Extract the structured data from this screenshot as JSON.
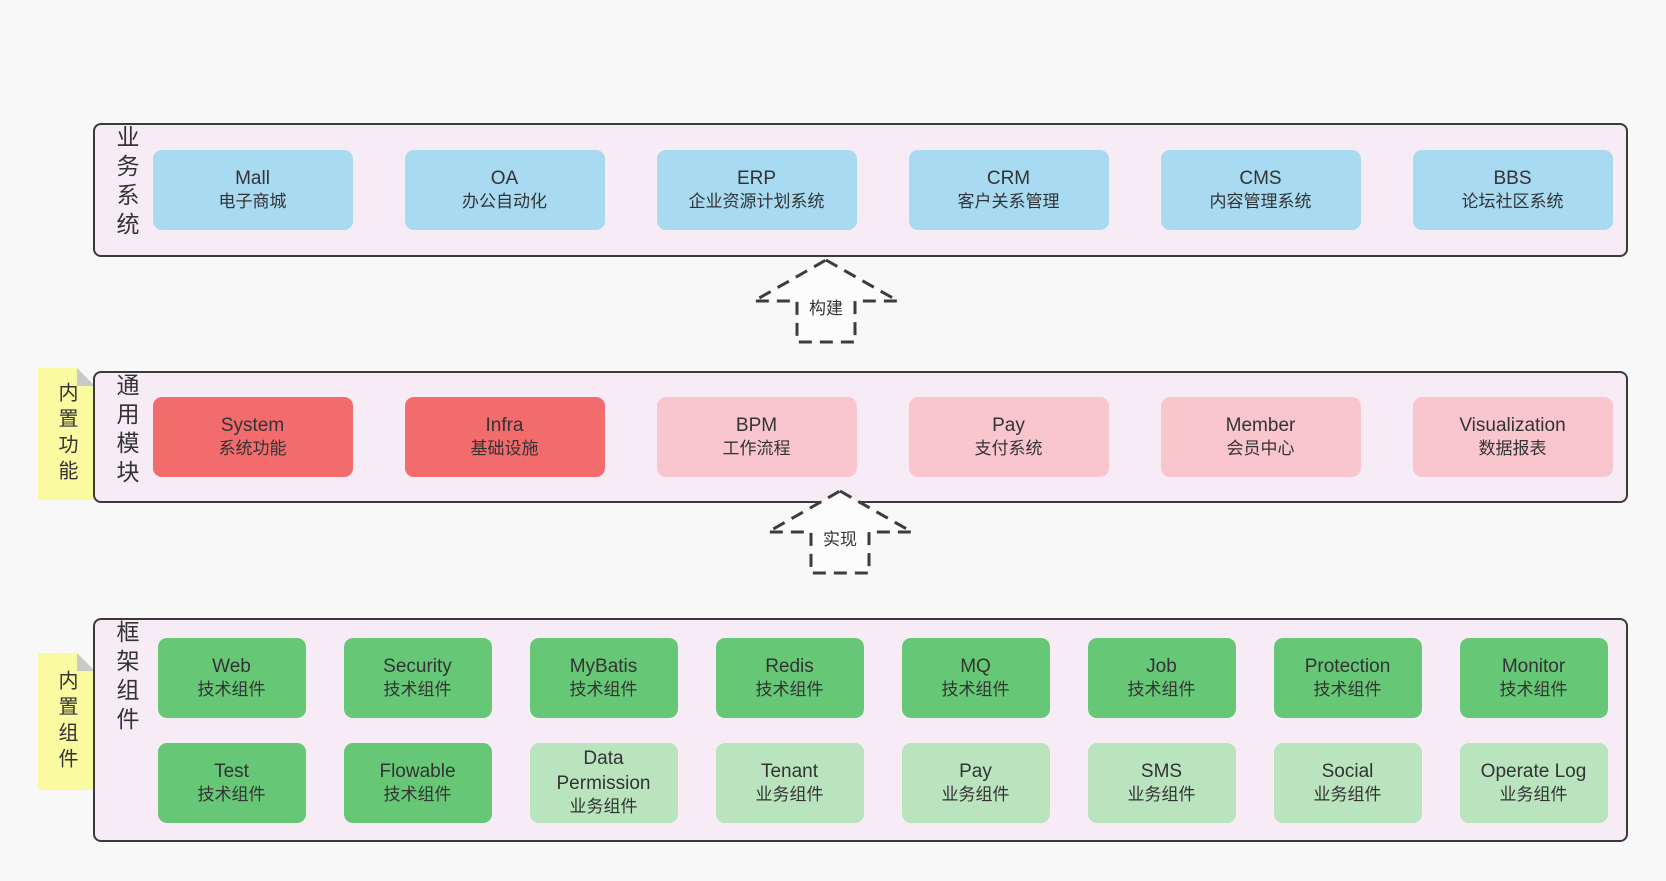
{
  "colors": {
    "page_bg": "#f8f8f8",
    "layer_bg": "#f7ecf5",
    "layer_border": "#3a3a3a",
    "box_blue": "#a8daf2",
    "box_red": "#f26b6d",
    "box_pink": "#f9c6ce",
    "box_green": "#66c876",
    "box_lightgreen": "#b9e4be",
    "note_yellow": "#fafaa0",
    "note_fold_gray": "#c9c9c9",
    "text": "#333333"
  },
  "arrows": [
    {
      "label": "构建"
    },
    {
      "label": "实现"
    }
  ],
  "layers": [
    {
      "label": "业务系统",
      "boxes": [
        {
          "en": "Mall",
          "zh": "电子商城",
          "variant": "blue"
        },
        {
          "en": "OA",
          "zh": "办公自动化",
          "variant": "blue"
        },
        {
          "en": "ERP",
          "zh": "企业资源计划系统",
          "variant": "blue"
        },
        {
          "en": "CRM",
          "zh": "客户关系管理",
          "variant": "blue"
        },
        {
          "en": "CMS",
          "zh": "内容管理系统",
          "variant": "blue"
        },
        {
          "en": "BBS",
          "zh": "论坛社区系统",
          "variant": "blue"
        }
      ]
    },
    {
      "label": "通用模块",
      "note": "内置功能",
      "boxes": [
        {
          "en": "System",
          "zh": "系统功能",
          "variant": "red"
        },
        {
          "en": "Infra",
          "zh": "基础设施",
          "variant": "red"
        },
        {
          "en": "BPM",
          "zh": "工作流程",
          "variant": "pink"
        },
        {
          "en": "Pay",
          "zh": "支付系统",
          "variant": "pink"
        },
        {
          "en": "Member",
          "zh": "会员中心",
          "variant": "pink"
        },
        {
          "en": "Visualization",
          "zh": "数据报表",
          "variant": "pink"
        }
      ]
    },
    {
      "label": "框架组件",
      "note": "内置组件",
      "rows": [
        [
          {
            "en": "Web",
            "zh": "技术组件",
            "variant": "green"
          },
          {
            "en": "Security",
            "zh": "技术组件",
            "variant": "green"
          },
          {
            "en": "MyBatis",
            "zh": "技术组件",
            "variant": "green"
          },
          {
            "en": "Redis",
            "zh": "技术组件",
            "variant": "green"
          },
          {
            "en": "MQ",
            "zh": "技术组件",
            "variant": "green"
          },
          {
            "en": "Job",
            "zh": "技术组件",
            "variant": "green"
          },
          {
            "en": "Protection",
            "zh": "技术组件",
            "variant": "green"
          },
          {
            "en": "Monitor",
            "zh": "技术组件",
            "variant": "green"
          }
        ],
        [
          {
            "en": "Test",
            "zh": "技术组件",
            "variant": "green"
          },
          {
            "en": "Flowable",
            "zh": "技术组件",
            "variant": "green"
          },
          {
            "en": "Data Permission",
            "zh": "业务组件",
            "variant": "lightgreen"
          },
          {
            "en": "Tenant",
            "zh": "业务组件",
            "variant": "lightgreen"
          },
          {
            "en": "Pay",
            "zh": "业务组件",
            "variant": "lightgreen"
          },
          {
            "en": "SMS",
            "zh": "业务组件",
            "variant": "lightgreen"
          },
          {
            "en": "Social",
            "zh": "业务组件",
            "variant": "lightgreen"
          },
          {
            "en": "Operate Log",
            "zh": "业务组件",
            "variant": "lightgreen"
          }
        ]
      ]
    }
  ]
}
